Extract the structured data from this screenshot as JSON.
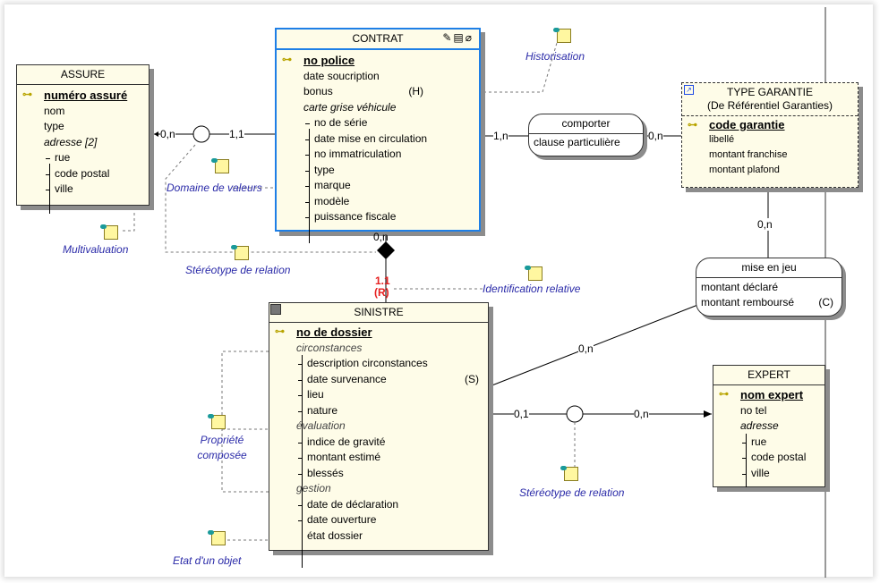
{
  "entities": {
    "assure": {
      "title": "ASSURE",
      "key": "numéro assuré",
      "attrs": [
        "nom",
        "type"
      ],
      "composite": "adresse [2]",
      "sub": [
        "rue",
        "code postal",
        "ville"
      ]
    },
    "contrat": {
      "title": "CONTRAT",
      "header_icons": "✎▤⌀",
      "key": "no police",
      "attrs": [
        "date soucription",
        "bonus"
      ],
      "bonus_tag": "(H)",
      "composite": "carte grise véhicule",
      "sub": [
        "no de série",
        "date mise en circulation",
        "no immatriculation",
        "type",
        "marque",
        "modèle",
        "puissance fiscale"
      ]
    },
    "type_garantie": {
      "title": "TYPE GARANTIE",
      "subtitle": "(De Référentiel Garanties)",
      "shortcut_icon": "↗",
      "key": "code garantie",
      "attrs": [
        "libellé",
        "montant franchise",
        "montant plafond"
      ]
    },
    "sinistre": {
      "title": "SINISTRE",
      "key": "no de dossier",
      "groups": [
        {
          "name": "circonstances",
          "sub": [
            "description circonstances",
            "date survenance",
            "lieu",
            "nature"
          ]
        },
        {
          "name": "évaluation",
          "sub": [
            "indice de gravité",
            "montant estimé",
            "blessés"
          ]
        },
        {
          "name": "gestion",
          "sub": [
            "date de déclaration",
            "date ouverture",
            "état dossier"
          ]
        }
      ],
      "survenance_tag": "(S)"
    },
    "expert": {
      "title": "EXPERT",
      "key": "nom expert",
      "attrs": [
        "no tel"
      ],
      "composite": "adresse",
      "sub": [
        "rue",
        "code postal",
        "ville"
      ]
    }
  },
  "associations": {
    "comporter": {
      "title": "comporter",
      "attrs": [
        "clause particulière"
      ]
    },
    "mise_en_jeu": {
      "title": "mise en jeu",
      "attrs": [
        "montant déclaré",
        "montant remboursé"
      ],
      "tag": "(C)"
    }
  },
  "cardinalities": {
    "assure_side": "0,n",
    "contrat_side": "1,1",
    "comporter_contrat": "1,n",
    "comporter_garantie": "0,n",
    "garantie_mise": "0,n",
    "contrat_sinistre": "0,n",
    "sinistre_contrat": "1.1",
    "sinistre_contrat_tag": "(R)",
    "sinistre_mise": "0,n",
    "sinistre_expert": "0,1",
    "expert_side": "0,n"
  },
  "notes": {
    "historisation": "Historisation",
    "domaine": "Domaine de valeurs",
    "multivaluation": "Multivaluation",
    "stereotype1": "Stéréotype de relation",
    "identification": "Identification relative",
    "propriete": "Propriété composée",
    "stereotype2": "Stéréotype de relation",
    "etat": "Etat d'un objet"
  },
  "colors": {
    "entity_fill": "#fefce8",
    "selection": "#1e7fe6",
    "note_text": "#2a2aa8",
    "identifier_red": "#e62020"
  }
}
